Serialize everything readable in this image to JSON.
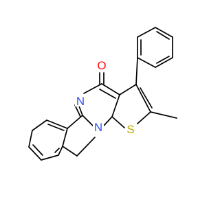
{
  "molecule": {
    "atoms": {
      "oxygen": {
        "symbol": "O",
        "color": "#ff0d0d"
      },
      "imine_nitrogen": {
        "symbol": "N",
        "color": "#3050f8"
      },
      "ring_nitrogen": {
        "symbol": "N",
        "color": "#3050f8"
      },
      "sulfur": {
        "symbol": "S",
        "color": "#b8a400"
      }
    },
    "substituents": [
      "phenyl",
      "methyl"
    ],
    "bond_color": "#000000"
  }
}
